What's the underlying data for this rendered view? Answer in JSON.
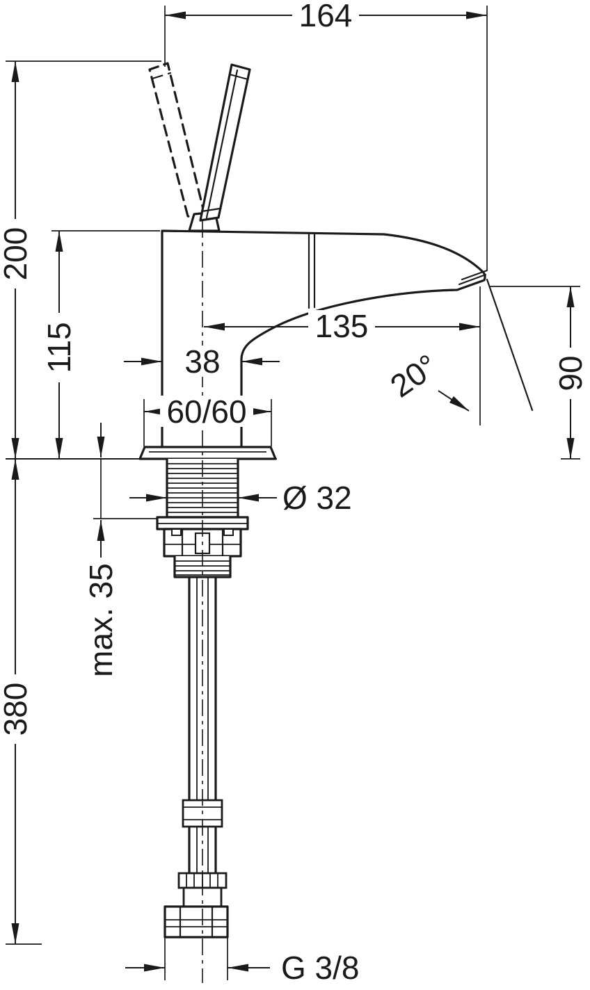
{
  "colors": {
    "line": "#1a1a1a",
    "background": "#ffffff"
  },
  "dimensions": {
    "depth_164": "164",
    "height_200": "200",
    "height_115": "115",
    "reach_135": "135",
    "width_38": "38",
    "base_60_60": "60/60",
    "angle_20": "20°",
    "outlet_height_90": "90",
    "dia_32": "Ø 32",
    "max_35": "max. 35",
    "length_380": "380",
    "thread_g38": "G 3/8"
  }
}
